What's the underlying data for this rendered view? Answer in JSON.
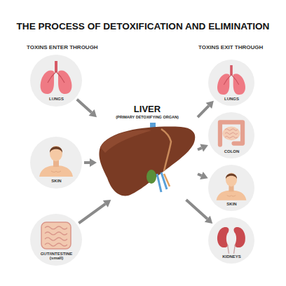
{
  "diagram": {
    "title": "THE PROCESS OF DETOXIFICATION AND ELIMINATION",
    "nodes": [
      {
        "text": [
          "LUNGS"
        ]
      },
      {
        "text": [
          "SKIN"
        ]
      },
      {
        "text": [
          "GUT/INTESTINE (small)"
        ]
      },
      {
        "text": [
          "LIVER",
          "(PRIMARY DETOXIFYING ORGAN)"
        ]
      },
      {
        "text": [
          "LUNGS"
        ]
      },
      {
        "text": [
          "COLON"
        ]
      },
      {
        "text": [
          "SKIN"
        ]
      },
      {
        "text": [
          "KIDNEYS"
        ]
      }
    ],
    "edges": [
      {
        "from": 0,
        "to": 3,
        "arrow": "to"
      },
      {
        "from": 1,
        "to": 3,
        "arrow": "to"
      },
      {
        "from": 2,
        "to": 3,
        "arrow": "to"
      },
      {
        "from": 3,
        "to": 4,
        "arrow": "to"
      },
      {
        "from": 3,
        "to": 5,
        "arrow": "to"
      },
      {
        "from": 3,
        "to": 6,
        "arrow": "to"
      },
      {
        "from": 3,
        "to": 7,
        "arrow": "to"
      }
    ],
    "labels": [
      "TOXINS ENTER THROUGH",
      "TOXINS EXIT THROUGH"
    ]
  }
}
